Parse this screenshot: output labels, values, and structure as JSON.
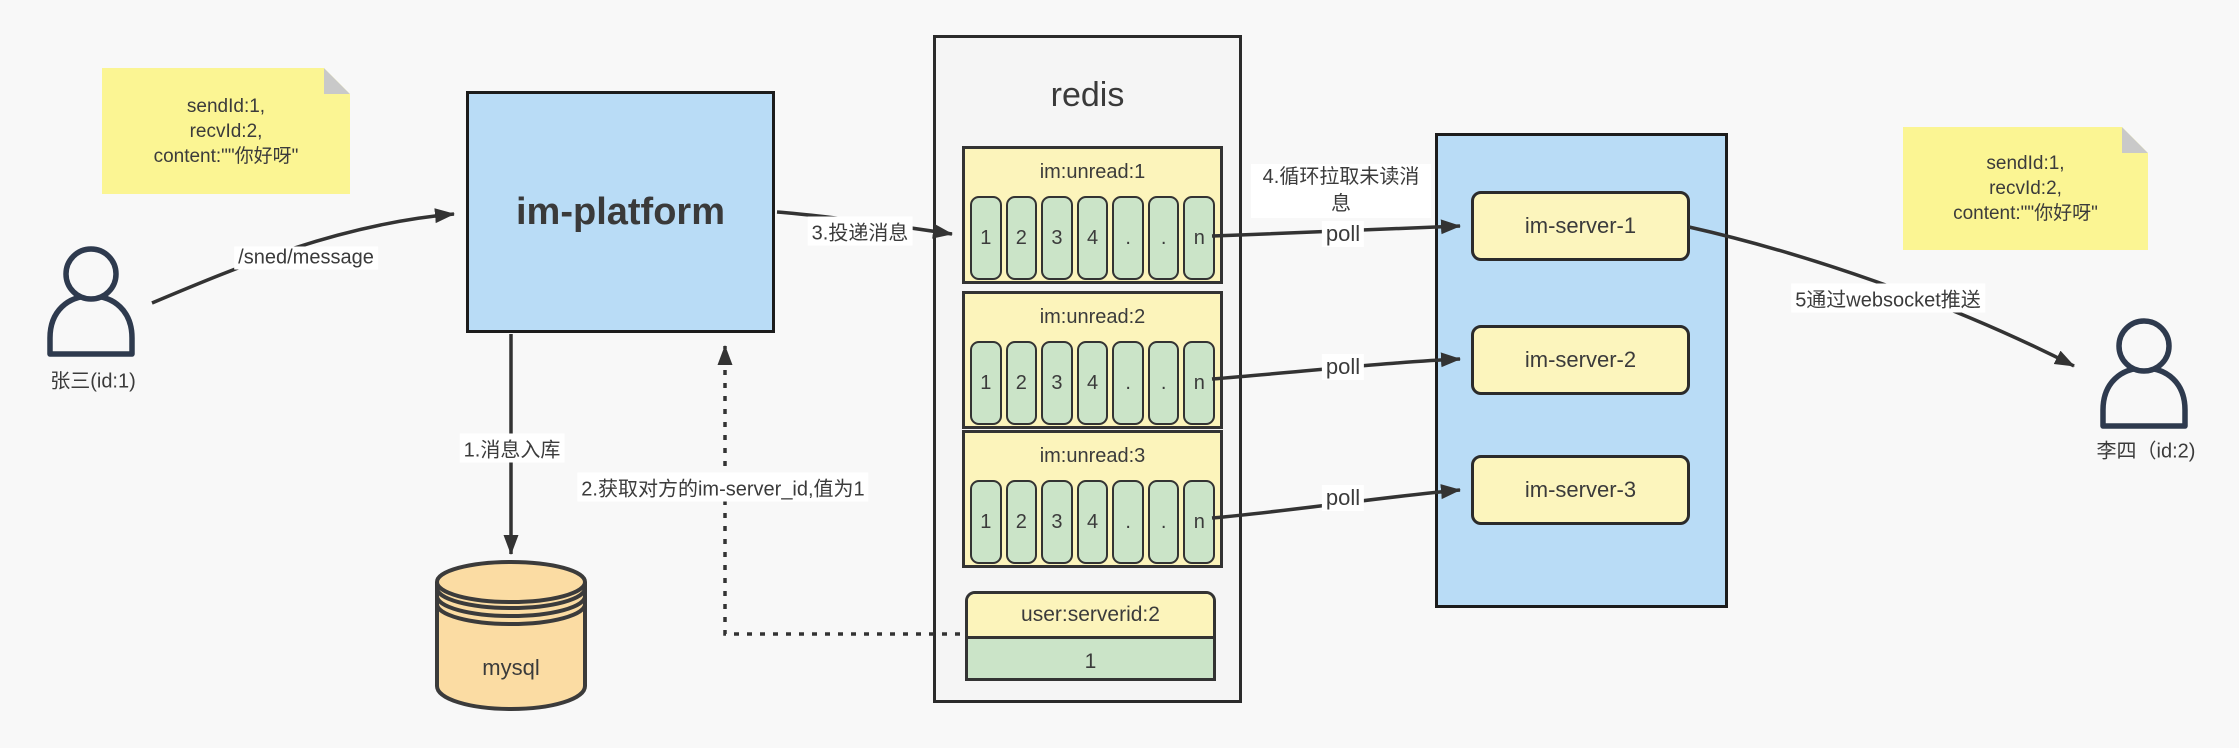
{
  "notes": {
    "left": {
      "lines": [
        "sendId:1,",
        "recvId:2,",
        "content:\"\"你好呀\""
      ]
    },
    "right": {
      "lines": [
        "sendId:1,",
        "recvId:2,",
        "content:\"\"你好呀\""
      ]
    }
  },
  "actors": {
    "sender": {
      "label": "张三(id:1)"
    },
    "receiver": {
      "label": "李四（id:2)"
    }
  },
  "platform": {
    "label": "im-platform"
  },
  "mysql": {
    "label": "mysql"
  },
  "redis": {
    "title": "redis",
    "queues": [
      {
        "title": "im:unread:1",
        "cells": [
          "1",
          "2",
          "3",
          "4",
          ".",
          ".",
          "n"
        ]
      },
      {
        "title": "im:unread:2",
        "cells": [
          "1",
          "2",
          "3",
          "4",
          ".",
          ".",
          "n"
        ]
      },
      {
        "title": "im:unread:3",
        "cells": [
          "1",
          "2",
          "3",
          "4",
          ".",
          ".",
          "n"
        ]
      }
    ],
    "kv": {
      "key": "user:serverid:2",
      "value": "1"
    }
  },
  "servers": {
    "items": [
      {
        "label": "im-server-1"
      },
      {
        "label": "im-server-2"
      },
      {
        "label": "im-server-3"
      }
    ]
  },
  "edges": {
    "send": "/sned/message",
    "step1": "1.消息入库",
    "step2": "2.获取对方的im-server_id,值为1",
    "step3": "3.投递消息",
    "step4": "4.循环拉取未读消息",
    "step5": "5通过websocket推送",
    "poll": "poll"
  },
  "colors": {
    "accent_blue": "#b9dcf6",
    "accent_yellow": "#fcf4bb",
    "accent_green": "#cbe4c8",
    "note_yellow": "#fbf593",
    "mysql_tan": "#fbdca3",
    "line": "#333333"
  }
}
